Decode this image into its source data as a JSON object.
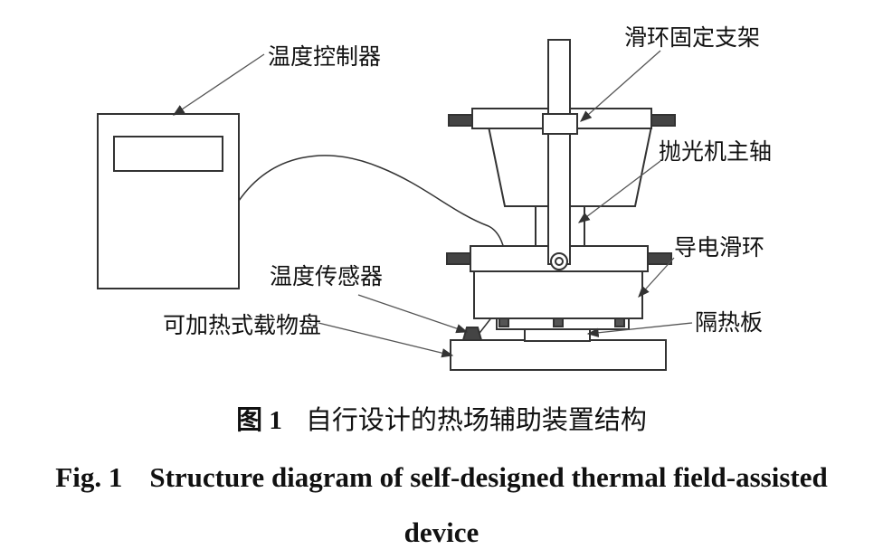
{
  "labels": {
    "temp_controller": "温度控制器",
    "slip_ring_bracket": "滑环固定支架",
    "polisher_spindle": "抛光机主轴",
    "conductive_slip_ring": "导电滑环",
    "temp_sensor": "温度传感器",
    "heated_stage": "可加热式载物盘",
    "insulation_plate": "隔热板"
  },
  "caption": {
    "cn_number": "图 1",
    "cn_text": "自行设计的热场辅助装置结构",
    "en_number": "Fig. 1",
    "en_text_line1": "Structure diagram of self-designed thermal field-assisted",
    "en_text_line2": "device"
  }
}
